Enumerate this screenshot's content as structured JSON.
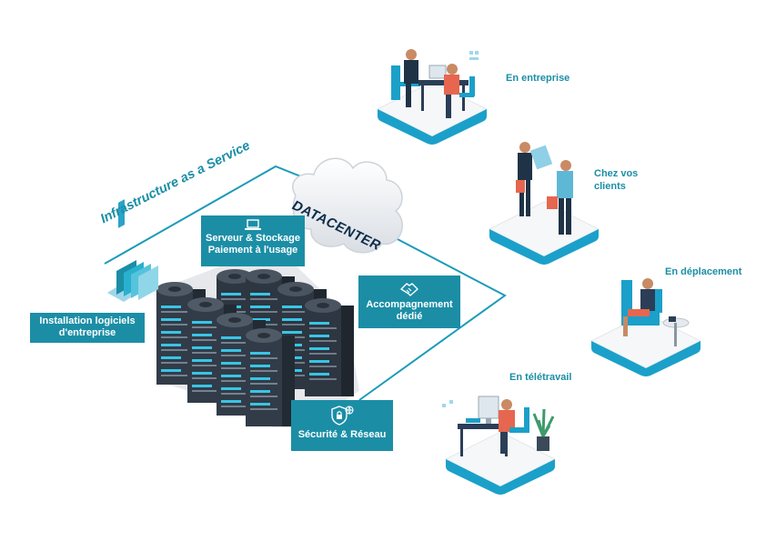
{
  "diagram": {
    "arc_title": "Infrastructure as a Service",
    "cloud_label": "DATACENTER",
    "boxes": {
      "serveur": {
        "line1": "Serveur & Stockage",
        "line2": "Paiement à l'usage",
        "icon": "laptop-icon"
      },
      "accompagnement": {
        "line1": "Accompagnement",
        "line2": "dédié",
        "icon": "handshake-icon"
      },
      "securite": {
        "line1": "Sécurité & Réseau",
        "icon": "lock-globe-icon"
      },
      "logiciels": {
        "line1": "Installation logiciels",
        "line2": "d'entreprise"
      }
    },
    "scenes": {
      "entreprise": "En entreprise",
      "clients_line1": "Chez vos",
      "clients_line2": "clients",
      "deplacement": "En déplacement",
      "teletravail": "En télétravail"
    },
    "colors": {
      "accent": "#1b8ea6",
      "dark_navy": "#1f3347",
      "server_dark": "#323c48",
      "platform_blue": "#1ba0c9"
    }
  }
}
